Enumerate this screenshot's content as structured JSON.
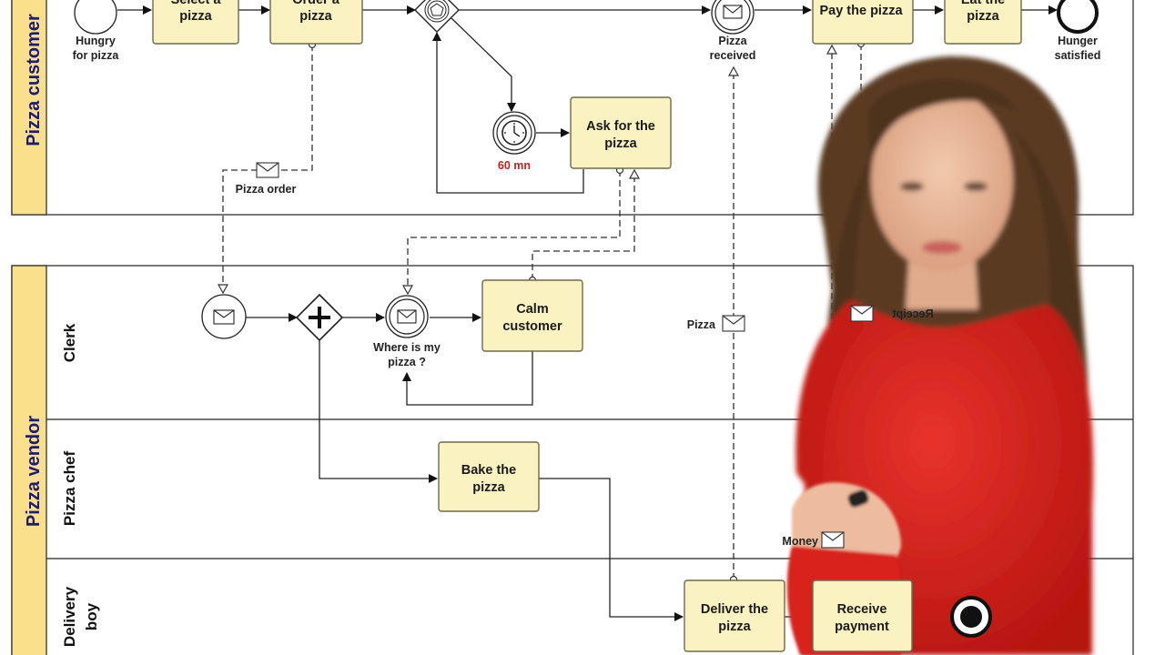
{
  "pools": {
    "customer": {
      "name": "Pizza customer"
    },
    "vendor": {
      "name": "Pizza vendor"
    }
  },
  "lanes": {
    "clerk": "Clerk",
    "chef": "Pizza chef",
    "delivery_line1": "Delivery",
    "delivery_line2": "boy"
  },
  "tasks": {
    "select_pizza": [
      "Select a",
      "pizza"
    ],
    "order_pizza": [
      "Order a",
      "pizza"
    ],
    "pay_pizza": [
      "Pay the pizza"
    ],
    "eat_pizza": [
      "Eat the",
      "pizza"
    ],
    "ask_pizza": [
      "Ask for the",
      "pizza"
    ],
    "calm_customer": [
      "Calm",
      "customer"
    ],
    "bake_pizza": [
      "Bake the",
      "pizza"
    ],
    "deliver_pizza": [
      "Deliver the",
      "pizza"
    ],
    "receive_payment": [
      "Receive",
      "payment"
    ]
  },
  "events": {
    "hungry": [
      "Hungry",
      "for pizza"
    ],
    "pizza_received": [
      "Pizza",
      "received"
    ],
    "hunger_satisfied": [
      "Hunger",
      "satisfied"
    ],
    "timer": "60 mn",
    "where_is_pizza": [
      "Where is my",
      "pizza ?"
    ]
  },
  "messages": {
    "pizza_order": "Pizza order",
    "pizza": "Pizza",
    "receipt": "Receipt",
    "money": "Money"
  },
  "colors": {
    "task_fill": "#fbf2c1",
    "pool_header": "#fbe08c",
    "pool_title": "#1c1b7a",
    "timer_label": "#cc1f1f",
    "shirt": "#d9231f",
    "hair": "#5a3a22"
  }
}
